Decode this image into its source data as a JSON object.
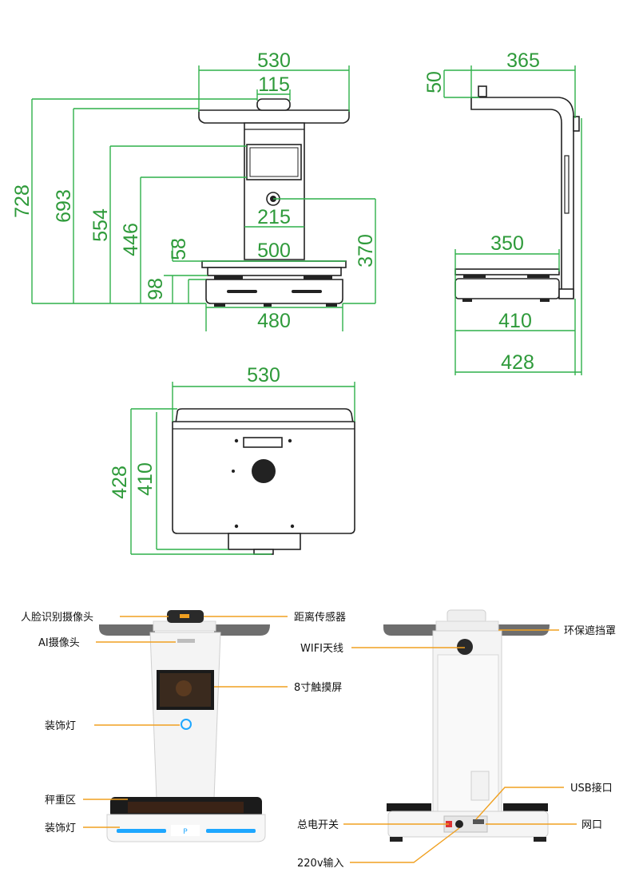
{
  "front_view": {
    "d530": "530",
    "d115": "115",
    "d728": "728",
    "d693": "693",
    "d554": "554",
    "d446": "446",
    "d215": "215",
    "d58": "58",
    "d500": "500",
    "d370": "370",
    "d98": "98",
    "d480": "480"
  },
  "side_view": {
    "d365": "365",
    "d50": "50",
    "d350": "350",
    "d410": "410",
    "d428": "428"
  },
  "top_view": {
    "d530": "530",
    "d428": "428",
    "d410": "410"
  },
  "photo_front": {
    "face_camera": "人脸识别摄像头",
    "distance_sensor": "距离传感器",
    "ai_camera": "AI摄像头",
    "touchscreen": "8寸触摸屏",
    "deco_light_top": "装饰灯",
    "scale_area": "秤重区",
    "deco_light_bottom": "装饰灯"
  },
  "photo_back": {
    "eco_shield": "环保遮挡罩",
    "wifi_antenna": "WIFI天线",
    "usb_port": "USB接口",
    "power_switch": "总电开关",
    "network_port": "网口",
    "power_input": "220v输入"
  },
  "colors": {
    "dimension": "#2fb04a",
    "leader": "#f0a020",
    "outline": "#222222",
    "accent_light": "#1ea7ff"
  }
}
